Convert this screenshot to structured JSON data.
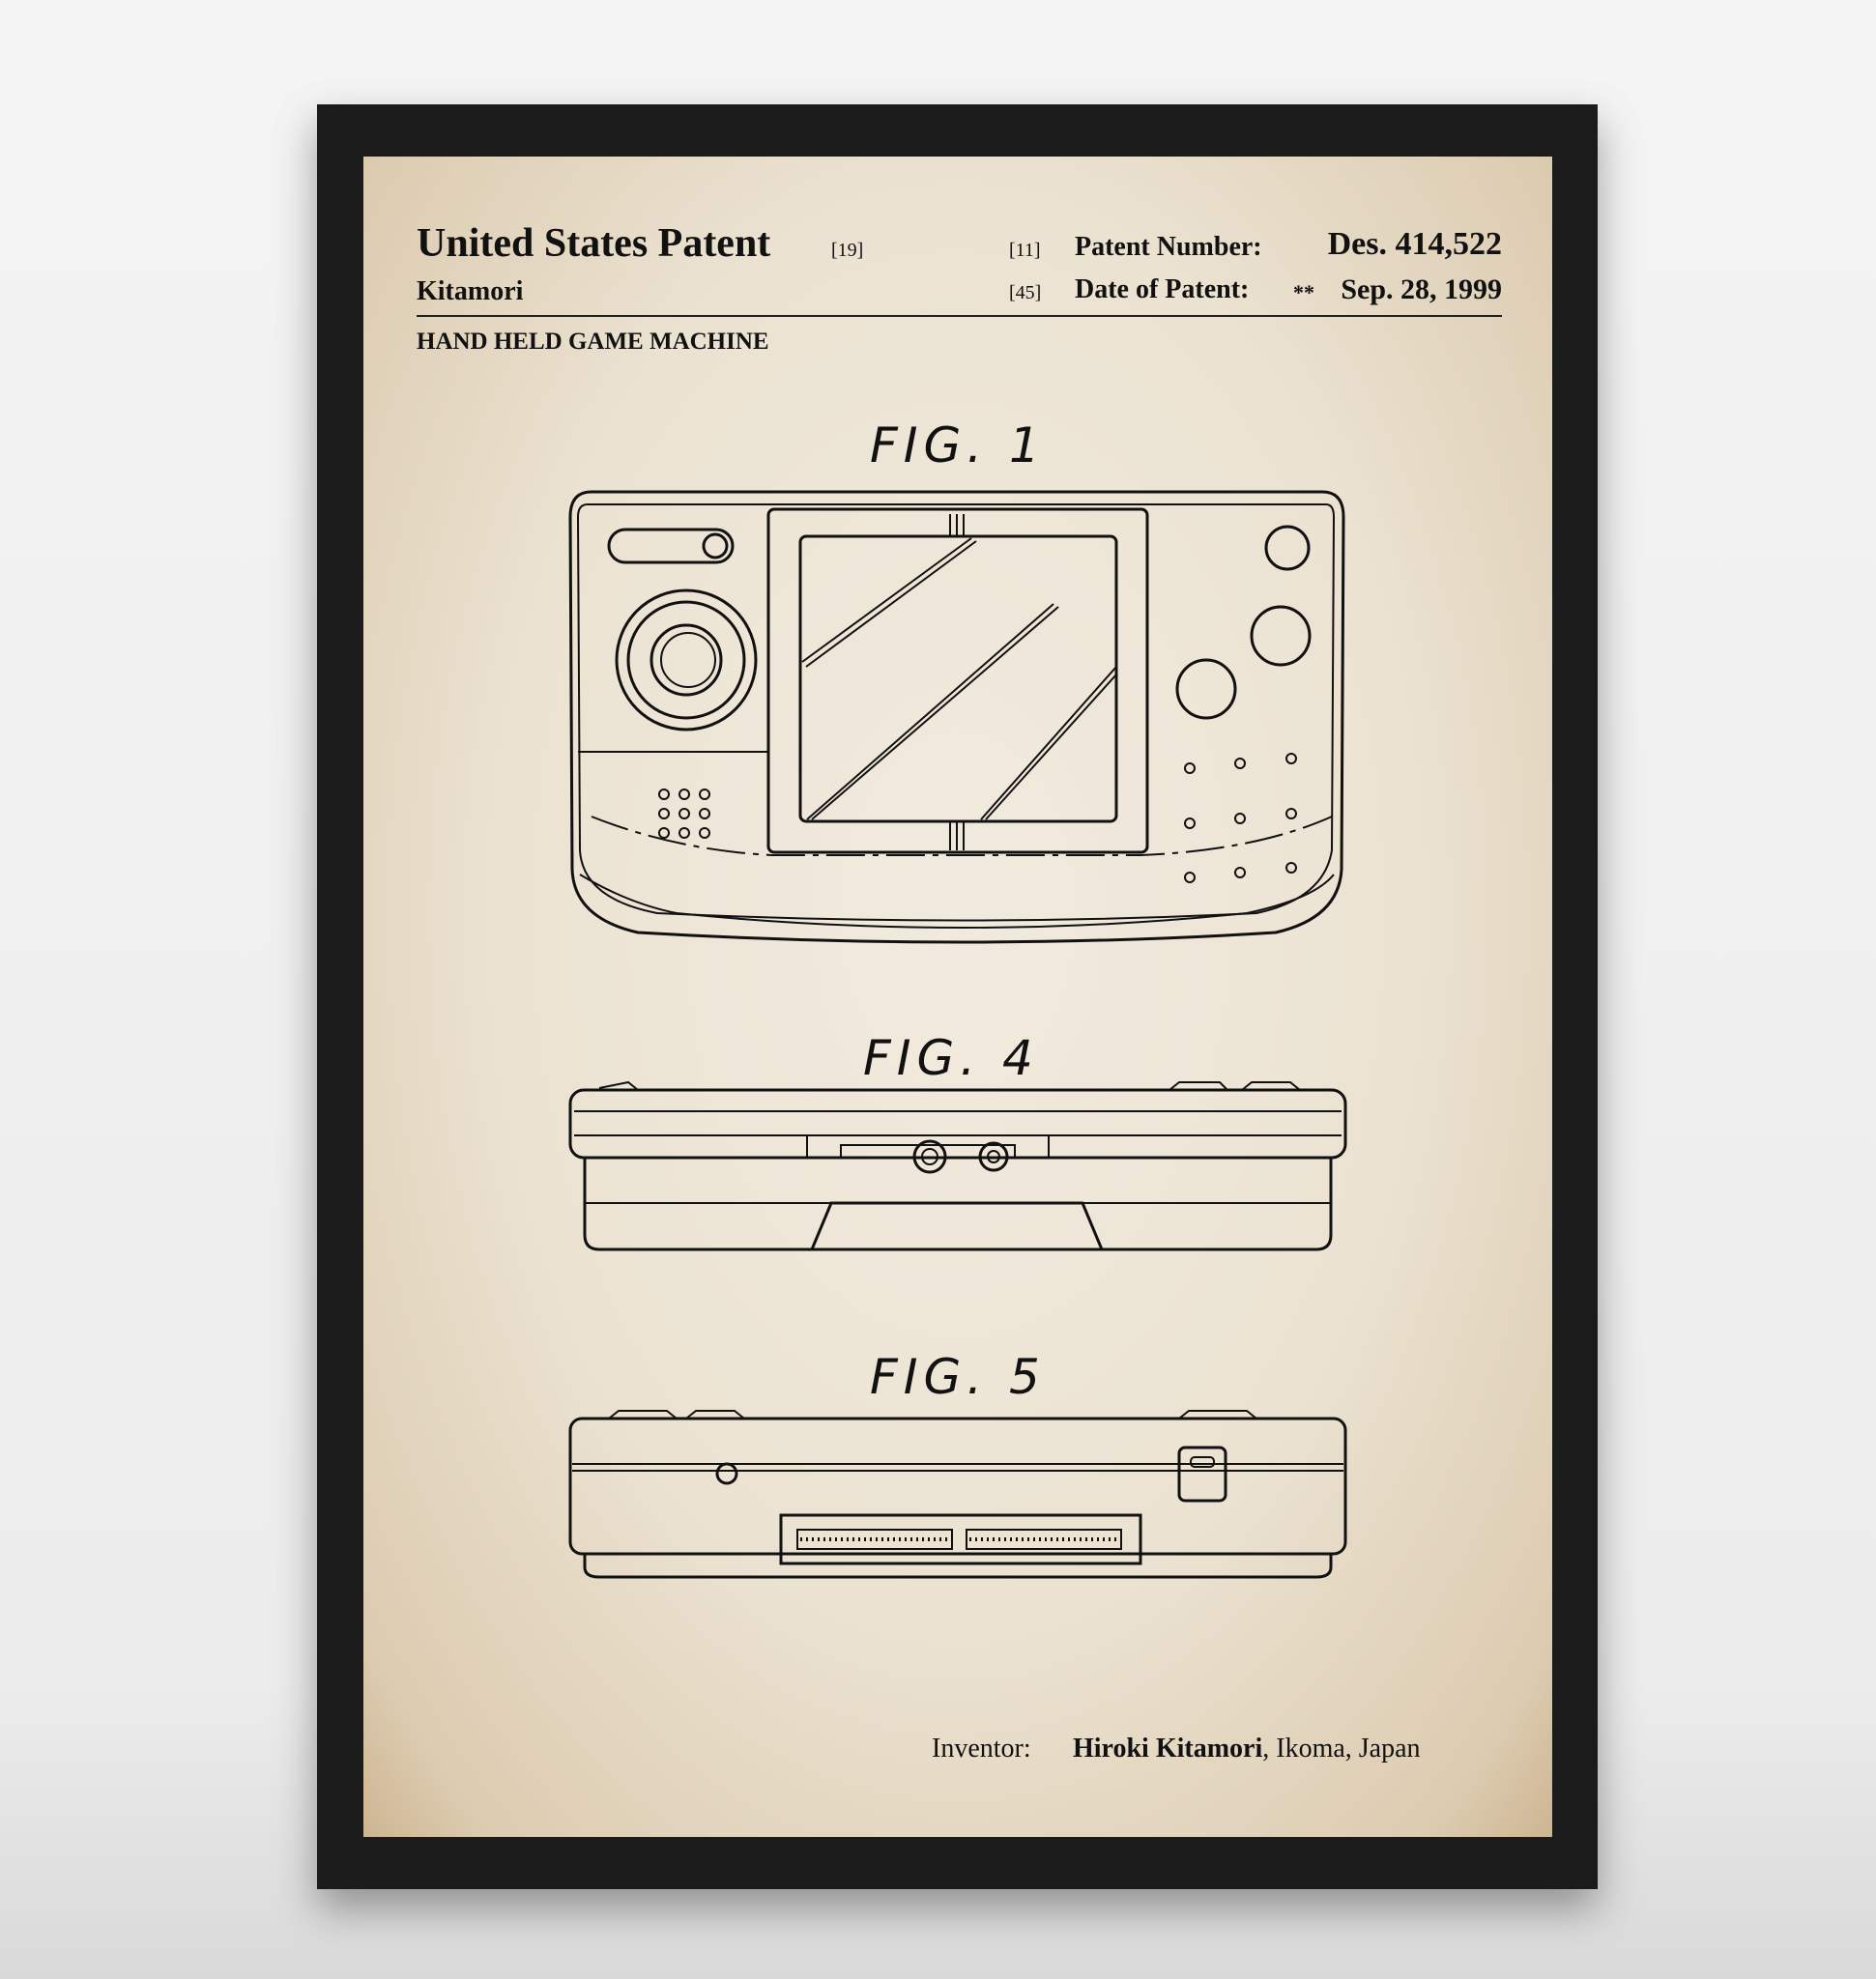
{
  "header": {
    "title": "United States Patent",
    "title_code": "[19]",
    "inventor_surname": "Kitamori",
    "patent_number_code": "[11]",
    "patent_number_label": "Patent Number:",
    "patent_number": "Des. 414,522",
    "date_code": "[45]",
    "date_label": "Date of Patent:",
    "date_marker": "**",
    "date": "Sep. 28, 1999"
  },
  "invention_title": "HAND HELD GAME MACHINE",
  "figures": [
    {
      "label": "FIG. 1"
    },
    {
      "label": "FIG. 4"
    },
    {
      "label": "FIG. 5"
    }
  ],
  "footer": {
    "inventor_label": "Inventor:",
    "inventor_name": "Hiroki Kitamori",
    "inventor_location": ", Ikoma, Japan"
  },
  "colors": {
    "frame": "#1b1b1b",
    "paper": "#ebe2d1",
    "ink": "#111111"
  }
}
